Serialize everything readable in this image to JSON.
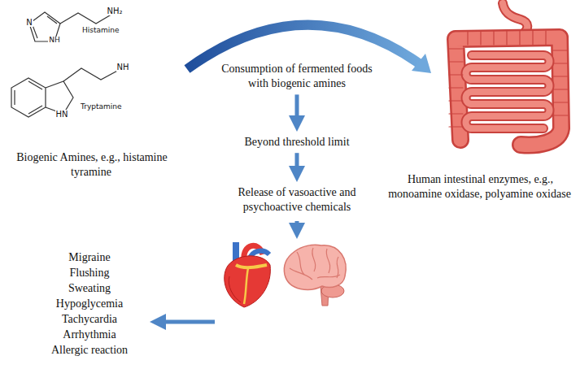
{
  "diagram": {
    "nodes": [
      {
        "text": [
          "Consumption of fermented foods with biogenic amines"
        ]
      },
      {
        "text": [
          "Beyond threshold limit"
        ]
      },
      {
        "text": [
          "Release of vasoactive and psychoactive chemicals"
        ]
      }
    ],
    "edges": [
      {
        "from": 0,
        "to": 1,
        "arrow": "to"
      },
      {
        "from": 1,
        "to": 2,
        "arrow": "to"
      }
    ],
    "labels": [
      "N",
      "NH",
      "NH₂",
      "Histamine",
      "NH",
      "HN",
      "Tryptamine",
      "Biogenic Amines, e.g., histamine tyramine",
      "Human intestinal enzymes, e.g., monoamine oxidase, polyamine oxidase",
      "Migraine",
      "Flushing",
      "Sweating",
      "Hypoglycemia",
      "Tachycardia",
      "Arrhythmia",
      "Allergic reaction"
    ]
  }
}
